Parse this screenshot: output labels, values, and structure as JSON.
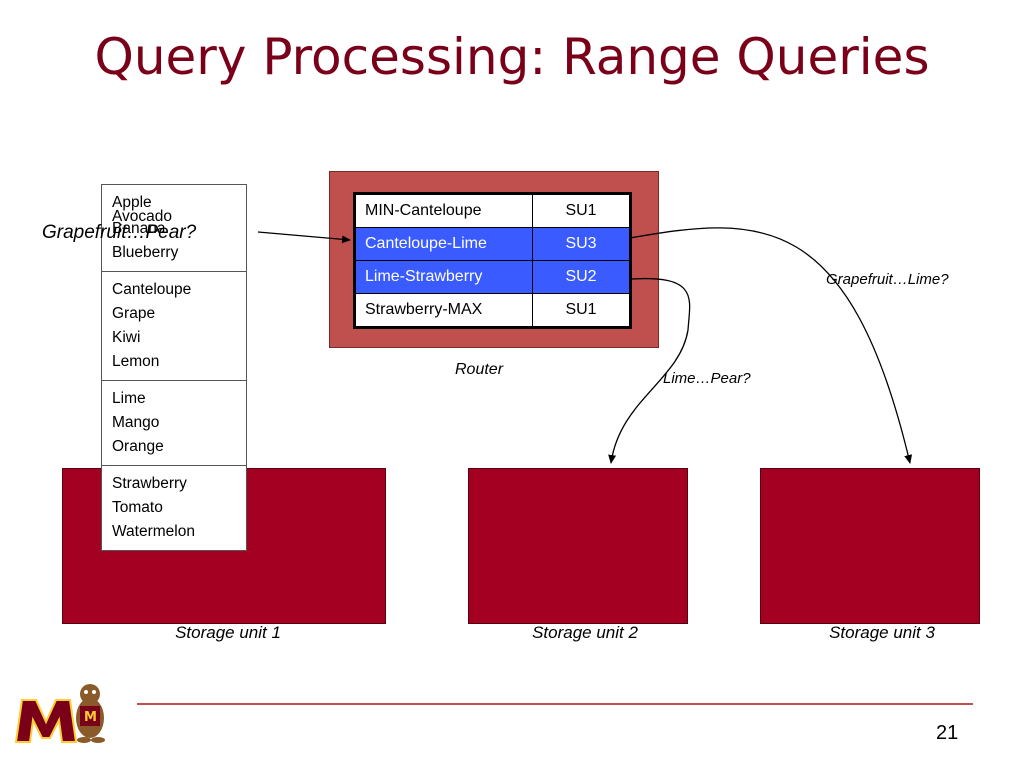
{
  "title": "Query Processing: Range Queries",
  "router": {
    "label": "Router",
    "rows": [
      {
        "range": "MIN-Canteloupe",
        "unit": "SU1",
        "highlighted": false
      },
      {
        "range": "Canteloupe-Lime",
        "unit": "SU3",
        "highlighted": true
      },
      {
        "range": "Lime-Strawberry",
        "unit": "SU2",
        "highlighted": true
      },
      {
        "range": "Strawberry-MAX",
        "unit": "SU1",
        "highlighted": false
      }
    ],
    "highlight_color": "#3a5bff"
  },
  "fruit_blocks": [
    [
      "Apple",
      "Avocado",
      "Banana",
      "Blueberry"
    ],
    [
      "Canteloupe",
      "Grape",
      "Kiwi",
      "Lemon"
    ],
    [
      "Lime",
      "Mango",
      "Orange"
    ],
    [
      "Strawberry",
      "Tomato",
      "Watermelon"
    ]
  ],
  "queries": {
    "main": "Grapefruit…Pear?",
    "to_su3": "Grapefruit…Lime?",
    "to_su2": "Lime…Pear?"
  },
  "storage_units": [
    "Storage unit 1",
    "Storage unit 2",
    "Storage unit 3"
  ],
  "colors": {
    "title": "#7a0019",
    "storage": "#a30022",
    "router_bg": "#c0504d"
  },
  "page_number": "21",
  "logo": "university-of-minnesota-m-goldy-logo"
}
